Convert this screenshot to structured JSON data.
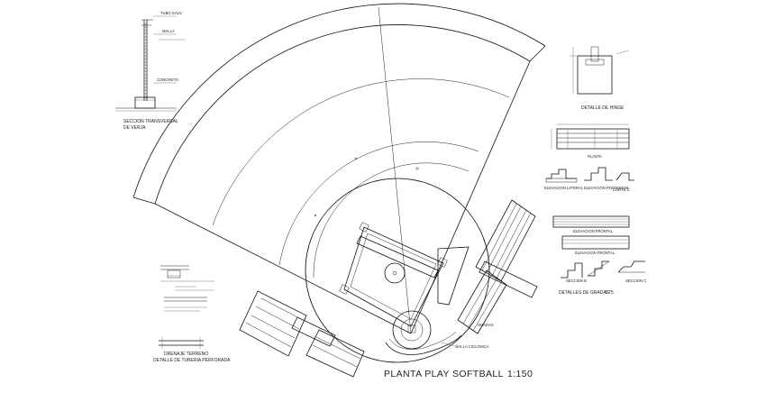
{
  "plan": {
    "title": "PLANTA PLAY SOFTBALL",
    "scale": "1:150",
    "malla_label": "MALLA CICLONICA",
    "gradas_label": "GRADAS"
  },
  "details": {
    "section_title_1": "SECCION TRANSVERSAL",
    "section_title_2": "DE VERJA",
    "section_label_a": "TUBO GALV.",
    "section_label_b": "MALLA",
    "section_label_c": "CONCRETO",
    "hinge_title": "DETALLE DE HINGE",
    "planta_label": "PLANTA",
    "lateral_label": "ELEVACION LATERAL",
    "posterior_label": "ELEVACION POSTERIOR",
    "corte_label": "CORTE C",
    "frontal_label": "ELEVACION FRONTAL",
    "frontal_label_2": "ELEVACION FRONTAL",
    "gradas_title": "DETALLES DE GRADAS",
    "gradas_scale": "1:75",
    "seccion_b": "SECCION B",
    "seccion_c": "SECCION C",
    "drain_title_1": "DRENAJE TERRENO",
    "drain_title_2": "DETALLE DE TUBERIA PERFORADA"
  }
}
